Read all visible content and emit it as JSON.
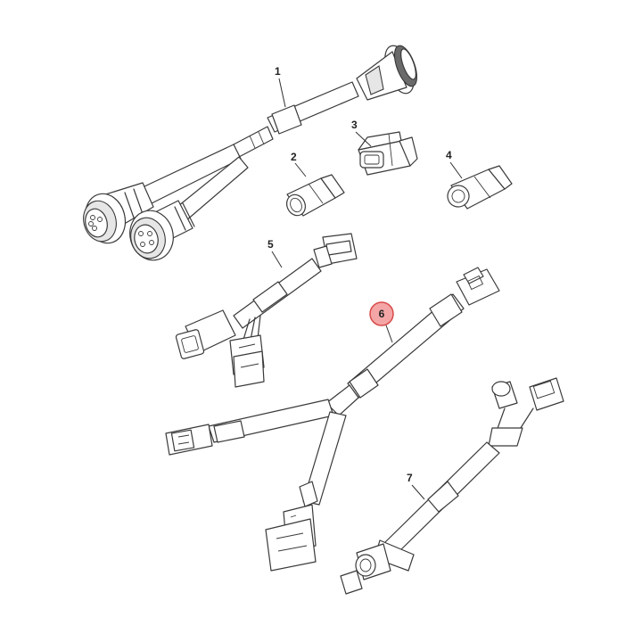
{
  "callouts": [
    {
      "id": "1",
      "label": "1",
      "highlighted": false
    },
    {
      "id": "2",
      "label": "2",
      "highlighted": false
    },
    {
      "id": "3",
      "label": "3",
      "highlighted": false
    },
    {
      "id": "4",
      "label": "4",
      "highlighted": false
    },
    {
      "id": "5",
      "label": "5",
      "highlighted": false
    },
    {
      "id": "6",
      "label": "6",
      "highlighted": true
    },
    {
      "id": "7",
      "label": "7",
      "highlighted": false
    }
  ],
  "colors": {
    "line": "#3a3a3a",
    "highlight_fill": "#f4a6a6",
    "highlight_stroke": "#d94a4a",
    "background": "#ffffff"
  }
}
